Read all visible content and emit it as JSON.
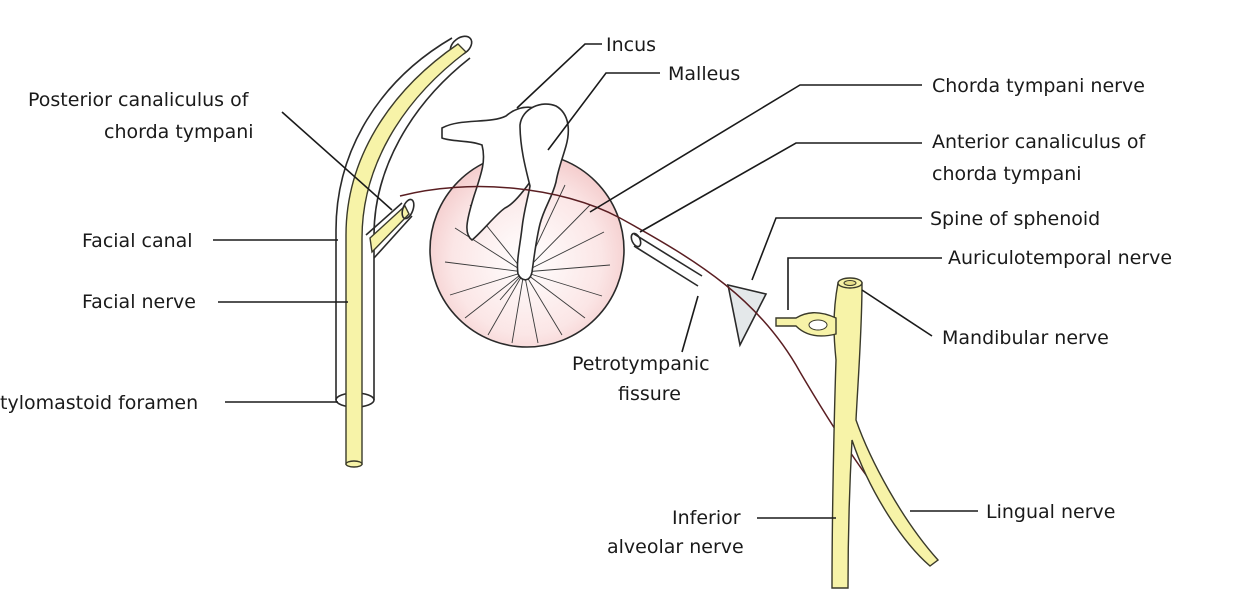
{
  "labels": {
    "incus": "Incus",
    "malleus": "Malleus",
    "chorda_tympani_nerve": "Chorda tympani nerve",
    "anterior_canaliculus_1": "Anterior canaliculus of",
    "anterior_canaliculus_2": "chorda tympani",
    "posterior_canaliculus_1": "Posterior canaliculus of",
    "posterior_canaliculus_2": "chorda tympani",
    "spine_of_sphenoid": "Spine of sphenoid",
    "auriculotemporal_nerve": "Auriculotemporal nerve",
    "facial_canal": "Facial canal",
    "facial_nerve": "Facial nerve",
    "mandibular_nerve": "Mandibular nerve",
    "stylomastoid_foramen": "tylomastoid foramen",
    "petrotympanic_fissure_1": "Petrotympanic",
    "petrotympanic_fissure_2": "fissure",
    "inferior_alveolar_nerve_1": "Inferior",
    "inferior_alveolar_nerve_2": "alveolar nerve",
    "lingual_nerve": "Lingual nerve"
  },
  "colors": {
    "nerve_fill": "#f7f3a8",
    "tympanic_membrane_fill": "#f9dcdc",
    "chorda_tympani_line": "#5a1e22",
    "bone_fill": "#ffffff"
  }
}
